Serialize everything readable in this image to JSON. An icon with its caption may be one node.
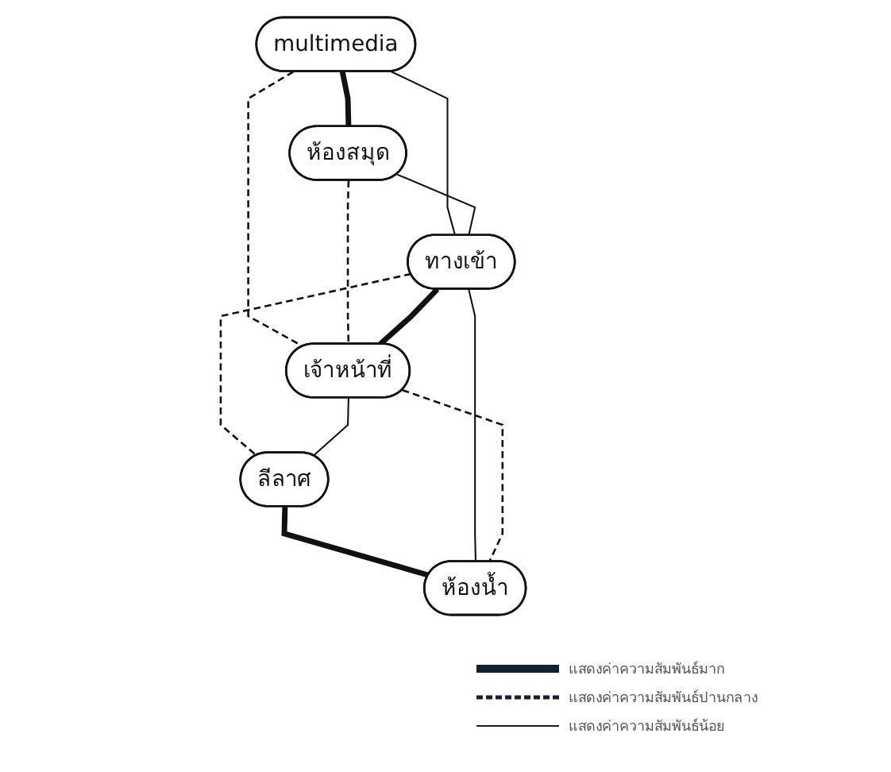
{
  "diagram": {
    "nodes": [
      {
        "text": [
          "multimedia"
        ]
      },
      {
        "text": [
          "ห้องสมุด"
        ]
      },
      {
        "text": [
          "ทางเข้า"
        ]
      },
      {
        "text": [
          "เจ้าหน้าที่"
        ]
      },
      {
        "text": [
          "ลีลาศ"
        ]
      },
      {
        "text": [
          "ห้องน้ำ"
        ]
      }
    ],
    "edges": [
      {
        "from": 0,
        "to": 1,
        "arrow": "none",
        "style": "thick"
      },
      {
        "from": 0,
        "to": 2,
        "arrow": "none"
      },
      {
        "from": 0,
        "to": 3,
        "arrow": "none",
        "style": "dashed"
      },
      {
        "from": 1,
        "to": 2,
        "arrow": "none"
      },
      {
        "from": 1,
        "to": 3,
        "arrow": "none",
        "style": "dashed"
      },
      {
        "from": 2,
        "to": 3,
        "arrow": "none",
        "style": "thick"
      },
      {
        "from": 2,
        "to": 4,
        "arrow": "none",
        "style": "dashed"
      },
      {
        "from": 3,
        "to": 4,
        "arrow": "none"
      },
      {
        "from": 4,
        "to": 5,
        "arrow": "none",
        "style": "thick"
      },
      {
        "from": 2,
        "to": 5,
        "arrow": "none"
      },
      {
        "from": 3,
        "to": 5,
        "arrow": "none",
        "style": "dashed"
      }
    ],
    "legend": [
      {
        "text": "แสดงค่าความสัมพันธ์มาก"
      },
      {
        "text": "แสดงค่าความสัมพันธ์ปานกลาง"
      },
      {
        "text": "แสดงค่าความสัมพันธ์น้อย"
      }
    ]
  }
}
